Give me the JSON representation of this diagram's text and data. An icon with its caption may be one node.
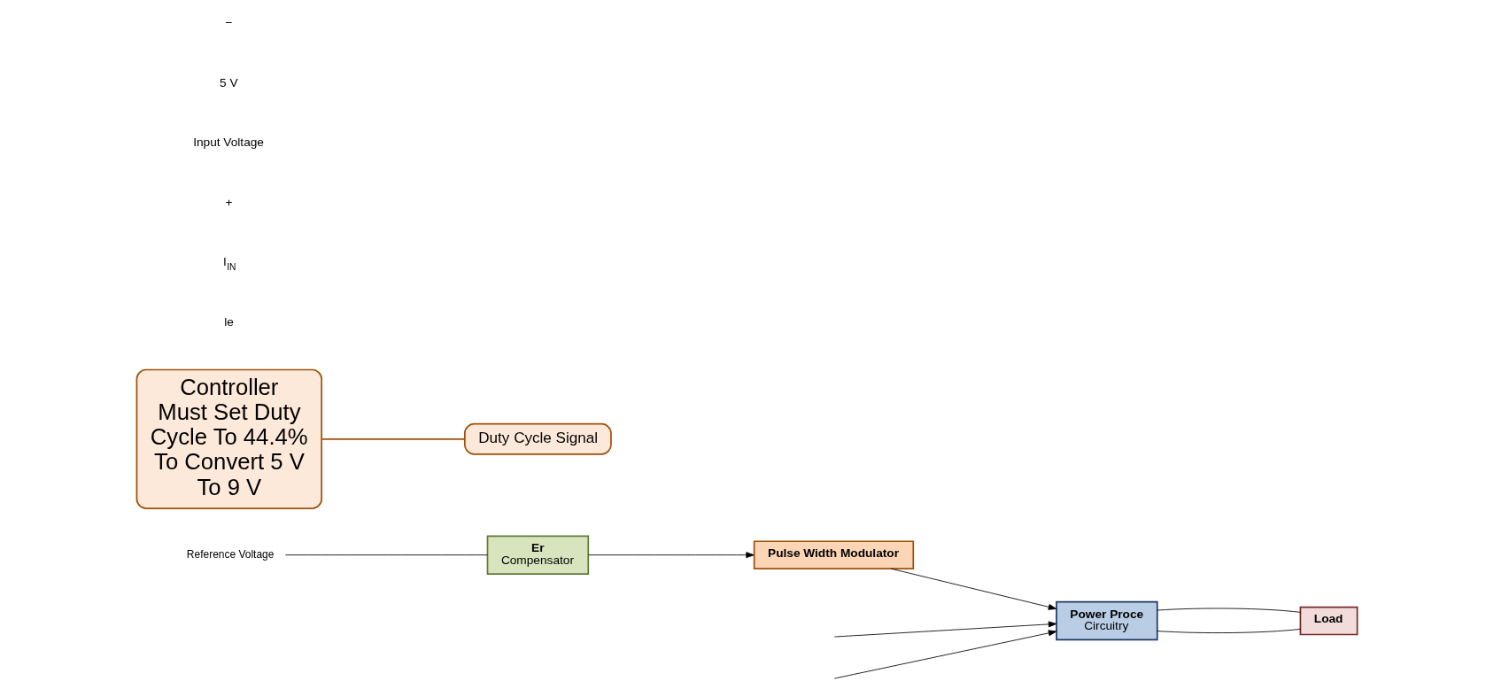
{
  "diagram": {
    "nodes": [
      {
        "text": [
          "Power Proce",
          "Circuitry"
        ]
      },
      {
        "text": [
          "Load"
        ]
      },
      {
        "text": [
          "Pulse Width Modulator"
        ]
      },
      {
        "text": [
          "Er",
          "Compensator"
        ]
      },
      {
        "text": [
          "Duty Cycle Signal"
        ]
      },
      {
        "text": [
          "Controller Must Set Duty Cycle To 44.4% To Convert 5 V To 9 V"
        ]
      },
      {
        "text": [
          "Reference Voltage"
        ]
      }
    ],
    "edges": [
      {
        "from": null,
        "to": 0,
        "arrow": "to"
      },
      {
        "from": null,
        "to": 0,
        "arrow": "to"
      },
      {
        "from": 0,
        "to": 1,
        "arrow": "none"
      },
      {
        "from": 0,
        "to": 1,
        "arrow": "none"
      },
      {
        "from": 2,
        "to": 0,
        "arrow": "to"
      },
      {
        "from": 3,
        "to": 2,
        "arrow": "to"
      },
      {
        "from": 6,
        "to": 3,
        "arrow": "none"
      },
      {
        "from": 5,
        "to": 4,
        "arrow": "none",
        "color": "#a0500a"
      }
    ],
    "labels": [
      "le",
      "I$_{IN}$",
      "+",
      "Input Voltage",
      "5 V",
      "−"
    ]
  }
}
